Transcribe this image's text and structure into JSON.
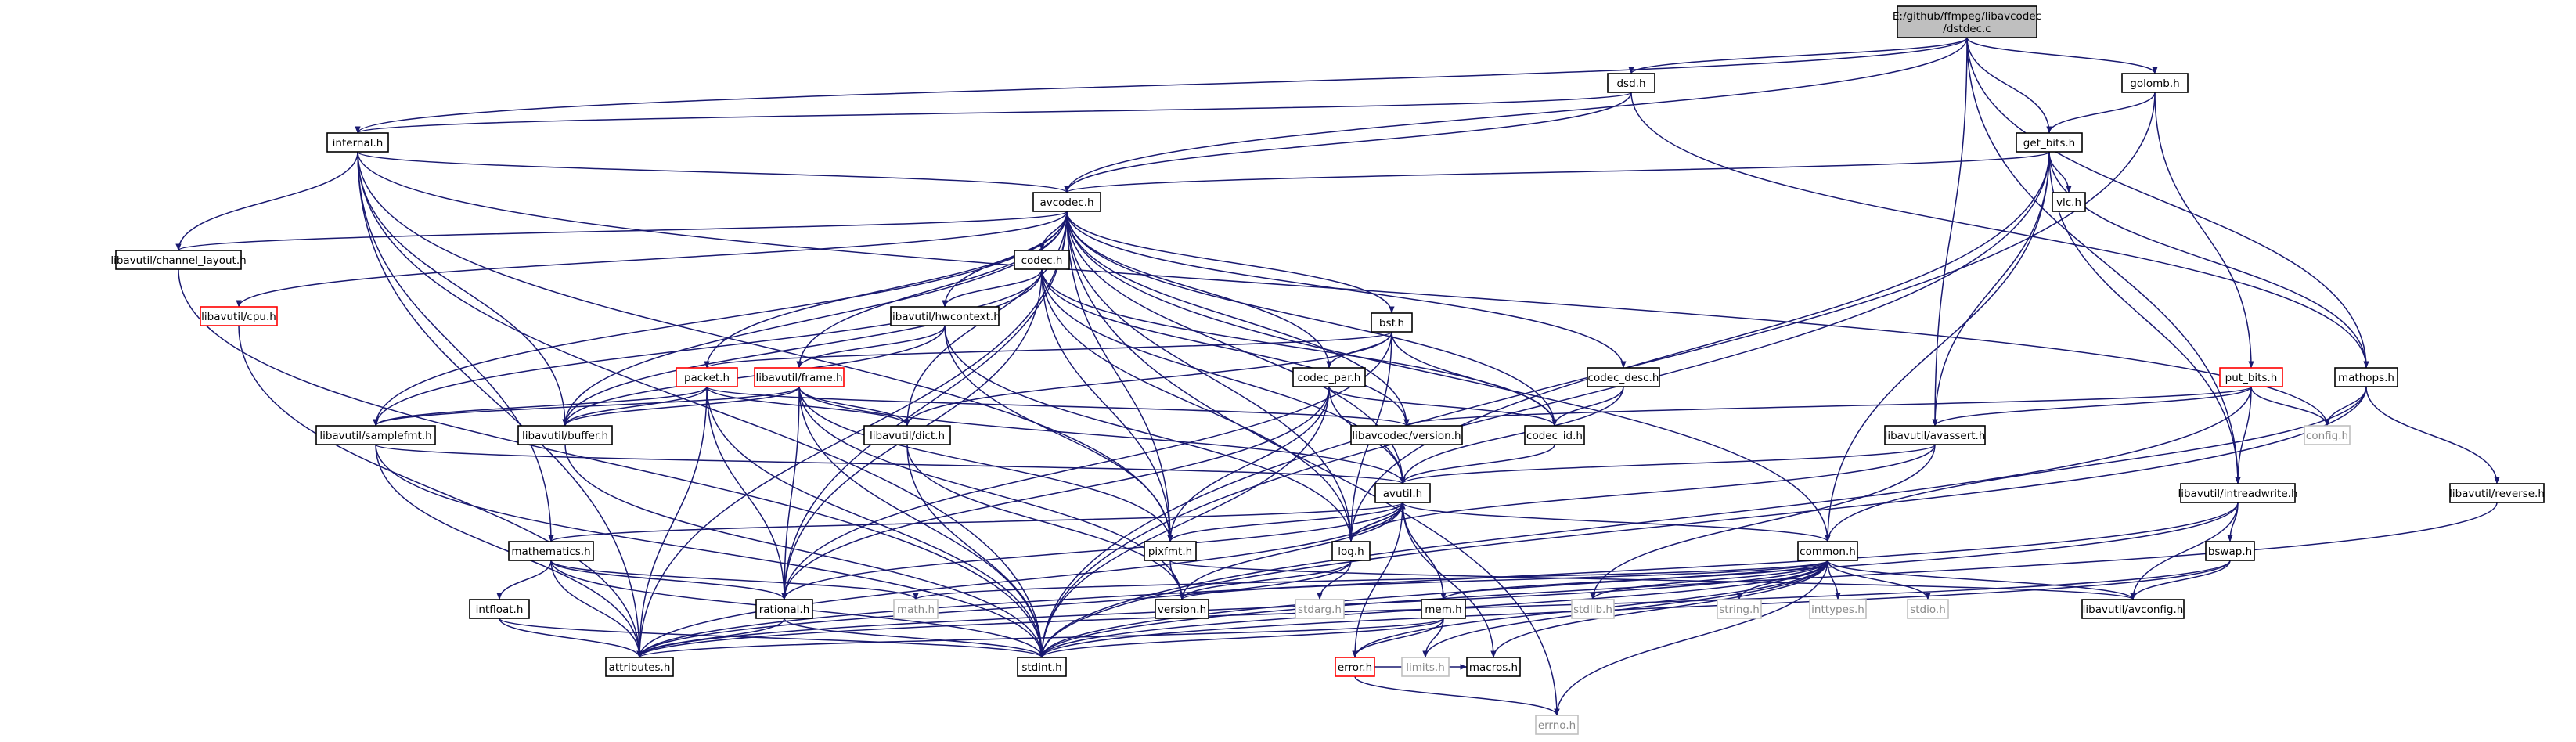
{
  "nodes": [
    {
      "id": "root",
      "label": "E:/github/ffmpeg/libavcodec\n/dstdec.c",
      "style": "root"
    },
    {
      "id": "dsd",
      "label": "dsd.h",
      "style": "normal"
    },
    {
      "id": "golomb",
      "label": "golomb.h",
      "style": "normal"
    },
    {
      "id": "internal",
      "label": "internal.h",
      "style": "normal"
    },
    {
      "id": "get_bits",
      "label": "get_bits.h",
      "style": "normal"
    },
    {
      "id": "avcodec",
      "label": "avcodec.h",
      "style": "normal"
    },
    {
      "id": "vlc",
      "label": "vlc.h",
      "style": "normal"
    },
    {
      "id": "channel_layout",
      "label": "libavutil/channel_layout.h",
      "style": "normal"
    },
    {
      "id": "codec",
      "label": "codec.h",
      "style": "normal"
    },
    {
      "id": "cpu",
      "label": "libavutil/cpu.h",
      "style": "red"
    },
    {
      "id": "hwcontext",
      "label": "libavutil/hwcontext.h",
      "style": "normal"
    },
    {
      "id": "bsf",
      "label": "bsf.h",
      "style": "normal"
    },
    {
      "id": "put_bits",
      "label": "put_bits.h",
      "style": "red"
    },
    {
      "id": "mathops",
      "label": "mathops.h",
      "style": "normal"
    },
    {
      "id": "packet",
      "label": "packet.h",
      "style": "red"
    },
    {
      "id": "frame",
      "label": "libavutil/frame.h",
      "style": "red"
    },
    {
      "id": "codec_par",
      "label": "codec_par.h",
      "style": "normal"
    },
    {
      "id": "codec_desc",
      "label": "codec_desc.h",
      "style": "normal"
    },
    {
      "id": "samplefmt",
      "label": "libavutil/samplefmt.h",
      "style": "normal"
    },
    {
      "id": "buffer",
      "label": "libavutil/buffer.h",
      "style": "normal"
    },
    {
      "id": "dict",
      "label": "libavutil/dict.h",
      "style": "normal"
    },
    {
      "id": "lavc_version",
      "label": "libavcodec/version.h",
      "style": "normal"
    },
    {
      "id": "codec_id",
      "label": "codec_id.h",
      "style": "normal"
    },
    {
      "id": "avassert",
      "label": "libavutil/avassert.h",
      "style": "normal"
    },
    {
      "id": "config",
      "label": "config.h",
      "style": "gray"
    },
    {
      "id": "avutil",
      "label": "avutil.h",
      "style": "normal"
    },
    {
      "id": "intreadwrite",
      "label": "libavutil/intreadwrite.h",
      "style": "normal"
    },
    {
      "id": "reverse",
      "label": "libavutil/reverse.h",
      "style": "normal"
    },
    {
      "id": "mathematics",
      "label": "mathematics.h",
      "style": "normal"
    },
    {
      "id": "pixfmt",
      "label": "pixfmt.h",
      "style": "normal"
    },
    {
      "id": "log",
      "label": "log.h",
      "style": "normal"
    },
    {
      "id": "common",
      "label": "common.h",
      "style": "normal"
    },
    {
      "id": "bswap",
      "label": "bswap.h",
      "style": "normal"
    },
    {
      "id": "intfloat",
      "label": "intfloat.h",
      "style": "normal"
    },
    {
      "id": "rational",
      "label": "rational.h",
      "style": "normal"
    },
    {
      "id": "math",
      "label": "math.h",
      "style": "gray"
    },
    {
      "id": "version",
      "label": "version.h",
      "style": "normal"
    },
    {
      "id": "stdarg",
      "label": "stdarg.h",
      "style": "gray"
    },
    {
      "id": "mem",
      "label": "mem.h",
      "style": "normal"
    },
    {
      "id": "stdlib",
      "label": "stdlib.h",
      "style": "gray"
    },
    {
      "id": "string",
      "label": "string.h",
      "style": "gray"
    },
    {
      "id": "inttypes",
      "label": "inttypes.h",
      "style": "gray"
    },
    {
      "id": "stdio",
      "label": "stdio.h",
      "style": "gray"
    },
    {
      "id": "avconfig",
      "label": "libavutil/avconfig.h",
      "style": "normal"
    },
    {
      "id": "attributes",
      "label": "attributes.h",
      "style": "normal"
    },
    {
      "id": "stdint",
      "label": "stdint.h",
      "style": "normal"
    },
    {
      "id": "error",
      "label": "error.h",
      "style": "red"
    },
    {
      "id": "limits",
      "label": "limits.h",
      "style": "gray"
    },
    {
      "id": "macros",
      "label": "macros.h",
      "style": "normal"
    },
    {
      "id": "errno",
      "label": "errno.h",
      "style": "gray"
    }
  ],
  "edges": [
    [
      "root",
      "dsd"
    ],
    [
      "root",
      "golomb"
    ],
    [
      "root",
      "internal"
    ],
    [
      "root",
      "get_bits"
    ],
    [
      "root",
      "avcodec"
    ],
    [
      "root",
      "avassert"
    ],
    [
      "root",
      "mathops"
    ],
    [
      "root",
      "intreadwrite"
    ],
    [
      "dsd",
      "internal"
    ],
    [
      "dsd",
      "avcodec"
    ],
    [
      "dsd",
      "mathops"
    ],
    [
      "golomb",
      "get_bits"
    ],
    [
      "golomb",
      "put_bits"
    ],
    [
      "golomb",
      "stdint"
    ],
    [
      "internal",
      "avcodec"
    ],
    [
      "internal",
      "channel_layout"
    ],
    [
      "internal",
      "buffer"
    ],
    [
      "internal",
      "pixfmt"
    ],
    [
      "internal",
      "config"
    ],
    [
      "internal",
      "stdint"
    ],
    [
      "internal",
      "mathematics"
    ],
    [
      "internal",
      "attributes"
    ],
    [
      "get_bits",
      "avcodec"
    ],
    [
      "get_bits",
      "vlc"
    ],
    [
      "get_bits",
      "avassert"
    ],
    [
      "get_bits",
      "intreadwrite"
    ],
    [
      "get_bits",
      "mathops"
    ],
    [
      "get_bits",
      "log"
    ],
    [
      "get_bits",
      "common"
    ],
    [
      "get_bits",
      "stdint"
    ],
    [
      "avcodec",
      "codec"
    ],
    [
      "avcodec",
      "channel_layout"
    ],
    [
      "avcodec",
      "cpu"
    ],
    [
      "avcodec",
      "samplefmt"
    ],
    [
      "avcodec",
      "attributes"
    ],
    [
      "avcodec",
      "packet"
    ],
    [
      "avcodec",
      "frame"
    ],
    [
      "avcodec",
      "hwcontext"
    ],
    [
      "avcodec",
      "bsf"
    ],
    [
      "avcodec",
      "codec_par"
    ],
    [
      "avcodec",
      "codec_desc"
    ],
    [
      "avcodec",
      "dict"
    ],
    [
      "avcodec",
      "lavc_version"
    ],
    [
      "avcodec",
      "codec_id"
    ],
    [
      "avcodec",
      "avutil"
    ],
    [
      "avcodec",
      "log"
    ],
    [
      "avcodec",
      "pixfmt"
    ],
    [
      "avcodec",
      "rational"
    ],
    [
      "avcodec",
      "buffer"
    ],
    [
      "avcodec",
      "errno"
    ],
    [
      "avcodec",
      "common"
    ],
    [
      "channel_layout",
      "stdint"
    ],
    [
      "cpu",
      "attributes"
    ],
    [
      "codec",
      "hwcontext"
    ],
    [
      "codec",
      "samplefmt"
    ],
    [
      "codec",
      "buffer"
    ],
    [
      "codec",
      "codec_id"
    ],
    [
      "codec",
      "avutil"
    ],
    [
      "codec",
      "log"
    ],
    [
      "codec",
      "pixfmt"
    ],
    [
      "codec",
      "rational"
    ],
    [
      "codec",
      "lavc_version"
    ],
    [
      "hwcontext",
      "frame"
    ],
    [
      "hwcontext",
      "buffer"
    ],
    [
      "hwcontext",
      "pixfmt"
    ],
    [
      "hwcontext",
      "log"
    ],
    [
      "bsf",
      "packet"
    ],
    [
      "bsf",
      "codec_par"
    ],
    [
      "bsf",
      "codec_id"
    ],
    [
      "bsf",
      "dict"
    ],
    [
      "bsf",
      "log"
    ],
    [
      "bsf",
      "rational"
    ],
    [
      "put_bits",
      "avassert"
    ],
    [
      "put_bits",
      "intreadwrite"
    ],
    [
      "put_bits",
      "config"
    ],
    [
      "put_bits",
      "stdint"
    ],
    [
      "put_bits",
      "lavc_version"
    ],
    [
      "mathops",
      "config"
    ],
    [
      "mathops",
      "reverse"
    ],
    [
      "mathops",
      "common"
    ],
    [
      "mathops",
      "stdint"
    ],
    [
      "packet",
      "buffer"
    ],
    [
      "packet",
      "dict"
    ],
    [
      "packet",
      "rational"
    ],
    [
      "packet",
      "attributes"
    ],
    [
      "packet",
      "stdint"
    ],
    [
      "packet",
      "lavc_version"
    ],
    [
      "packet",
      "samplefmt"
    ],
    [
      "frame",
      "buffer"
    ],
    [
      "frame",
      "dict"
    ],
    [
      "frame",
      "samplefmt"
    ],
    [
      "frame",
      "rational"
    ],
    [
      "frame",
      "avutil"
    ],
    [
      "frame",
      "pixfmt"
    ],
    [
      "frame",
      "version"
    ],
    [
      "frame",
      "stdint"
    ],
    [
      "codec_par",
      "codec_id"
    ],
    [
      "codec_par",
      "avutil"
    ],
    [
      "codec_par",
      "pixfmt"
    ],
    [
      "codec_par",
      "rational"
    ],
    [
      "codec_par",
      "stdint"
    ],
    [
      "codec_desc",
      "codec_id"
    ],
    [
      "codec_desc",
      "avutil"
    ],
    [
      "samplefmt",
      "avutil"
    ],
    [
      "samplefmt",
      "attributes"
    ],
    [
      "samplefmt",
      "stdint"
    ],
    [
      "buffer",
      "stdint"
    ],
    [
      "dict",
      "stdint"
    ],
    [
      "dict",
      "version"
    ],
    [
      "codec_id",
      "avutil"
    ],
    [
      "avassert",
      "avutil"
    ],
    [
      "avassert",
      "log"
    ],
    [
      "avassert",
      "stdlib"
    ],
    [
      "avutil",
      "common"
    ],
    [
      "avutil",
      "error"
    ],
    [
      "avutil",
      "rational"
    ],
    [
      "avutil",
      "version"
    ],
    [
      "avutil",
      "macros"
    ],
    [
      "avutil",
      "mathematics"
    ],
    [
      "avutil",
      "log"
    ],
    [
      "avutil",
      "pixfmt"
    ],
    [
      "avutil",
      "mem"
    ],
    [
      "avutil",
      "attributes"
    ],
    [
      "intreadwrite",
      "avconfig"
    ],
    [
      "intreadwrite",
      "attributes"
    ],
    [
      "intreadwrite",
      "bswap"
    ],
    [
      "intreadwrite",
      "stdint"
    ],
    [
      "reverse",
      "stdint"
    ],
    [
      "mathematics",
      "math"
    ],
    [
      "mathematics",
      "attributes"
    ],
    [
      "mathematics",
      "rational"
    ],
    [
      "mathematics",
      "intfloat"
    ],
    [
      "mathematics",
      "stdint"
    ],
    [
      "pixfmt",
      "version"
    ],
    [
      "pixfmt",
      "avconfig"
    ],
    [
      "log",
      "attributes"
    ],
    [
      "log",
      "version"
    ],
    [
      "log",
      "stdarg"
    ],
    [
      "log",
      "avutil"
    ],
    [
      "common",
      "errno"
    ],
    [
      "common",
      "inttypes"
    ],
    [
      "common",
      "limits"
    ],
    [
      "common",
      "math"
    ],
    [
      "common",
      "stdint"
    ],
    [
      "common",
      "stdio"
    ],
    [
      "common",
      "stdlib"
    ],
    [
      "common",
      "string"
    ],
    [
      "common",
      "attributes"
    ],
    [
      "common",
      "macros"
    ],
    [
      "common",
      "version"
    ],
    [
      "common",
      "mem"
    ],
    [
      "common",
      "error"
    ],
    [
      "common",
      "avconfig"
    ],
    [
      "bswap",
      "avconfig"
    ],
    [
      "bswap",
      "attributes"
    ],
    [
      "bswap",
      "stdint"
    ],
    [
      "intfloat",
      "attributes"
    ],
    [
      "intfloat",
      "stdint"
    ],
    [
      "rational",
      "attributes"
    ],
    [
      "rational",
      "stdint"
    ],
    [
      "mem",
      "attributes"
    ],
    [
      "mem",
      "error"
    ],
    [
      "mem",
      "limits"
    ],
    [
      "mem",
      "stdint"
    ],
    [
      "mem",
      "avutil"
    ],
    [
      "error",
      "errno"
    ],
    [
      "error",
      "macros"
    ]
  ]
}
